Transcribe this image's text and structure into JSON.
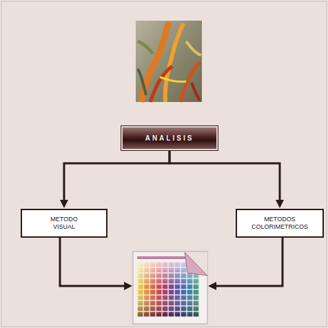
{
  "diagram": {
    "nodes": [
      {
        "text": [
          "ANALISIS"
        ]
      },
      {
        "text": [
          "METODO VISUAL"
        ]
      },
      {
        "text": [
          "METODOS COLORIMETRICOS"
        ]
      }
    ],
    "edges": [
      {
        "from": 0,
        "to": 1,
        "arrow": "to"
      },
      {
        "from": 0,
        "to": 2,
        "arrow": "to"
      }
    ]
  }
}
